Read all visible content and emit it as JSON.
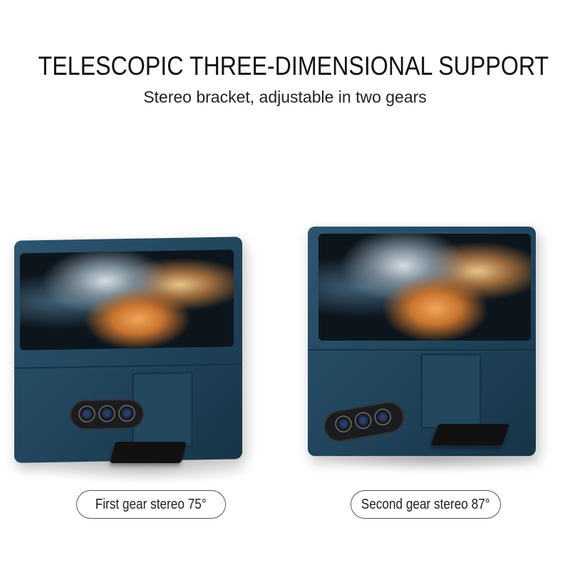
{
  "header": {
    "title": "TELESCOPIC THREE-DIMENSIONAL SUPPORT",
    "subtitle": "Stereo bracket, adjustable in two gears"
  },
  "products": [
    {
      "label": "First gear stereo 75°",
      "case_color": "#1f4259"
    },
    {
      "label": "Second gear stereo 87°",
      "case_color": "#1f4259"
    }
  ]
}
